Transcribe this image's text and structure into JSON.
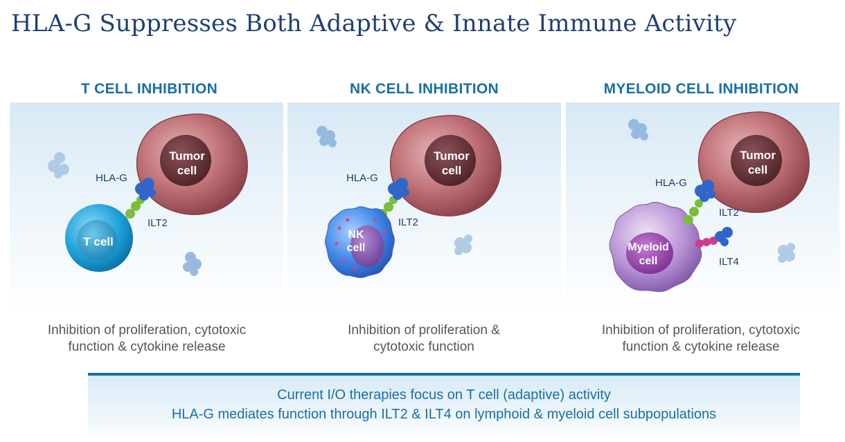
{
  "title": "HLA-G Suppresses Both Adaptive & Innate Immune Activity",
  "panels": [
    {
      "heading": "T CELL INHIBITION",
      "tumor_label": [
        "Tumor",
        "cell"
      ],
      "effector_label": [
        "T cell"
      ],
      "receptor_labels": [
        "HLA-G",
        "ILT2"
      ],
      "caption": [
        "Inhibition of proliferation, cytotoxic",
        "function & cytokine release"
      ]
    },
    {
      "heading": "NK CELL INHIBITION",
      "tumor_label": [
        "Tumor",
        "cell"
      ],
      "effector_label": [
        "NK",
        "cell"
      ],
      "receptor_labels": [
        "HLA-G",
        "ILT2"
      ],
      "caption": [
        "Inhibition of proliferation &",
        "cytotoxic function"
      ]
    },
    {
      "heading": "MYELOID CELL INHIBITION",
      "tumor_label": [
        "Tumor",
        "cell"
      ],
      "effector_label": [
        "Myeloid",
        "cell"
      ],
      "receptor_labels": [
        "HLA-G",
        "ILT2",
        "ILT4"
      ],
      "caption": [
        "Inhibition of proliferation, cytotoxic",
        "function & cytokine release"
      ]
    }
  ],
  "footer": [
    "Current I/O therapies focus on T cell (adaptive) activity",
    "HLA-G mediates function through ILT2 & ILT4 on lymphoid & myeloid cell subpopulations"
  ],
  "colors": {
    "title": "#1f3f73",
    "heading": "#1a6ea6",
    "tumor": "#b5636a",
    "tcell": "#1d9fd6",
    "nkcell": "#3d7fe0",
    "myeloid": "#a47cc4",
    "hlag": "#2e63c6",
    "ilt2": "#79b93a",
    "ilt4": "#d23b8d"
  }
}
